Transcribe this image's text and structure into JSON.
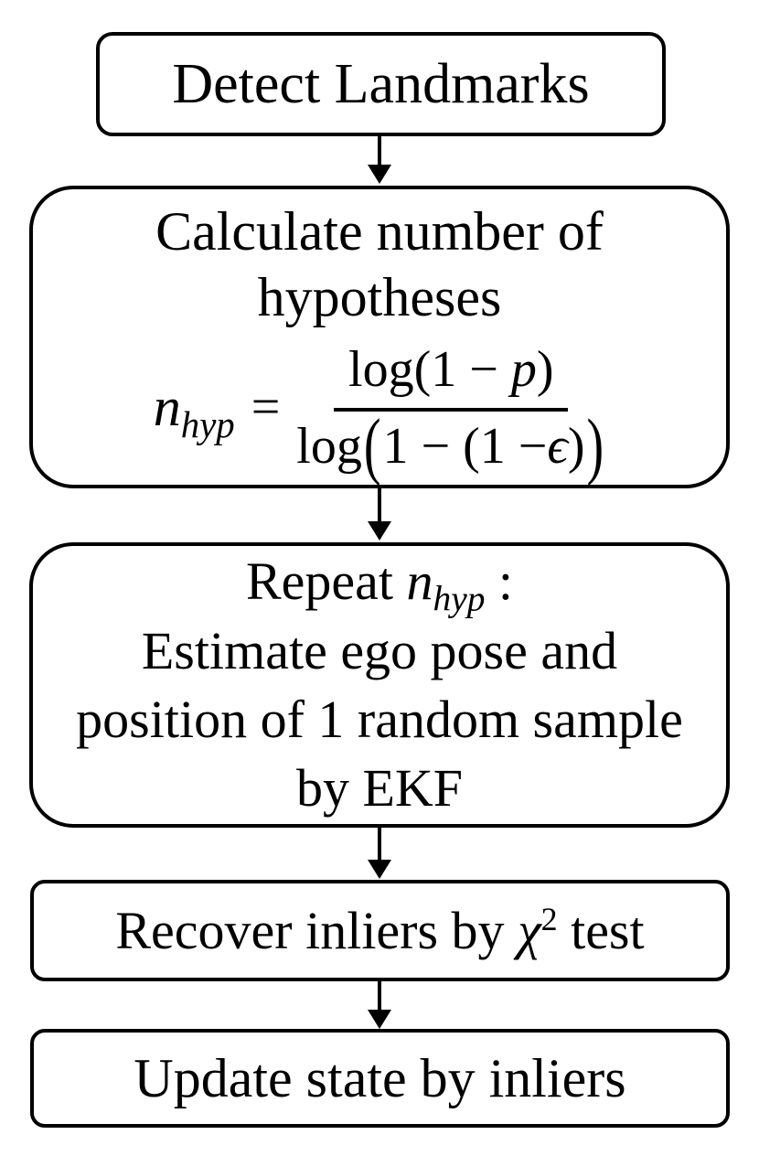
{
  "page": {
    "background_color": "#ffffff",
    "ink_color": "#000000",
    "type": "flowchart"
  },
  "nodes": {
    "detect": {
      "label": "Detect Landmarks"
    },
    "calculate": {
      "line1": "Calculate number of",
      "line2": "hypotheses",
      "formula": {
        "lhs_base": "n",
        "lhs_sub": "hyp",
        "eq": "=",
        "num_pre": "log(1 − ",
        "num_var": "p",
        "num_close": ")",
        "den_func": "log",
        "den_open": "(",
        "den_pre": "1 − (1 − ",
        "den_var": "ϵ",
        "den_inner_close": ")",
        "den_close": ")"
      }
    },
    "repeat": {
      "line1_pre": "Repeat ",
      "line1_var_base": "n",
      "line1_var_sub": "hyp",
      "line1_post": " :",
      "line2": "Estimate ego pose and",
      "line3": "position of 1 random sample",
      "line4": "by EKF"
    },
    "recover": {
      "pre": "Recover inliers by ",
      "chi": "χ",
      "sup": "2",
      "post": " test"
    },
    "update": {
      "label": "Update state by inliers"
    }
  }
}
